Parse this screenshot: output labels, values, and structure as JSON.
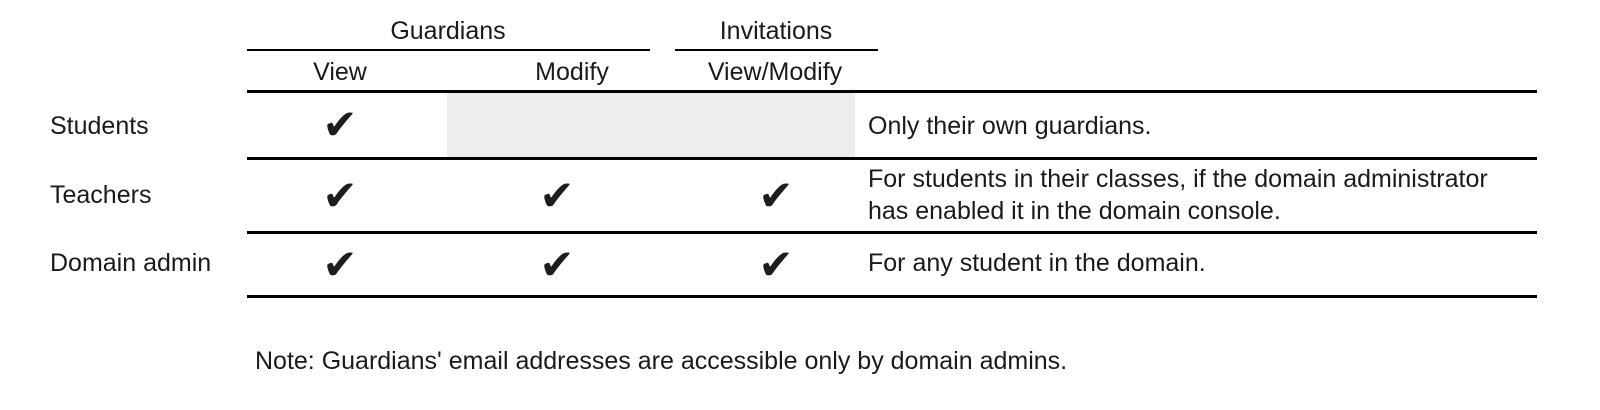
{
  "glyphs": {
    "check": "✔"
  },
  "colors": {
    "background": "#ffffff",
    "rule": "#000000",
    "text": "#1a1a1a",
    "shaded_cell": "#ededed",
    "check": "#1d1d1d"
  },
  "table": {
    "groups": [
      {
        "label": "Guardians",
        "columns": [
          "View",
          "Modify"
        ]
      },
      {
        "label": "Invitations",
        "columns": [
          "View/Modify"
        ]
      }
    ],
    "rows": [
      {
        "role": "Students",
        "view": true,
        "modify": false,
        "view_modify": false,
        "shaded_cells": "Modify and View/Modify",
        "note": "Only their own guardians."
      },
      {
        "role": "Teachers",
        "view": true,
        "modify": true,
        "view_modify": true,
        "note": "For students in their classes, if the domain administrator has enabled it in the domain console."
      },
      {
        "role": "Domain admin",
        "view": true,
        "modify": true,
        "view_modify": true,
        "note": "For any student in the domain."
      }
    ]
  },
  "footnote": "Note: Guardians' email addresses are accessible only by domain admins."
}
